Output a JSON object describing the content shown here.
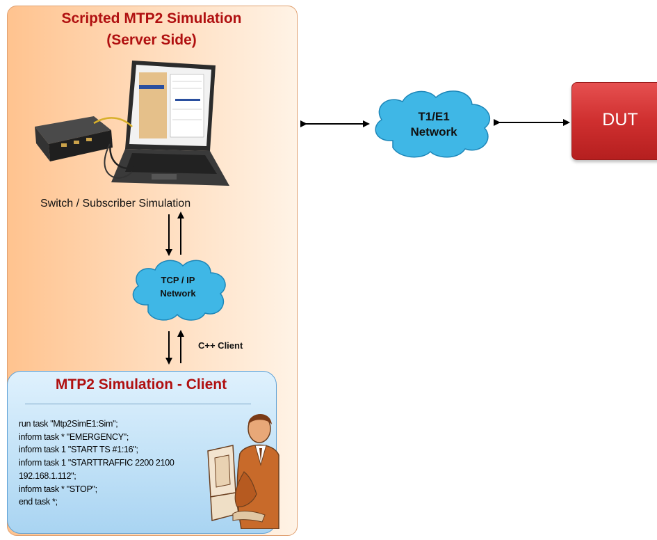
{
  "server": {
    "title_line1": "Scripted MTP2 Simulation",
    "title_line2": "(Server Side)",
    "switch_label": "Switch / Subscriber Simulation"
  },
  "tcp_network": {
    "line1": "TCP / IP",
    "line2": "Network"
  },
  "cpp_client_label": "C++ Client",
  "client": {
    "title": "MTP2 Simulation  - Client",
    "code_lines": [
      "run task \"Mtp2SimE1:Sim\";",
      "inform task * \"EMERGENCY\";",
      "inform task 1 \"START TS #1:16\";",
      "inform task 1 \"STARTTRAFFIC 2200 2100",
      "192.168.1.112\";",
      "inform task * \"STOP\";",
      "end task *;"
    ]
  },
  "t1_network": {
    "line1": "T1/E1",
    "line2": "Network"
  },
  "dut": {
    "label": "DUT"
  },
  "colors": {
    "title_red": "#b01010",
    "cloud_blue": "#3fb7e6",
    "dut_red": "#cf2f2f",
    "server_bg": "#ffd2a6",
    "client_bg": "#bfe0f6"
  }
}
